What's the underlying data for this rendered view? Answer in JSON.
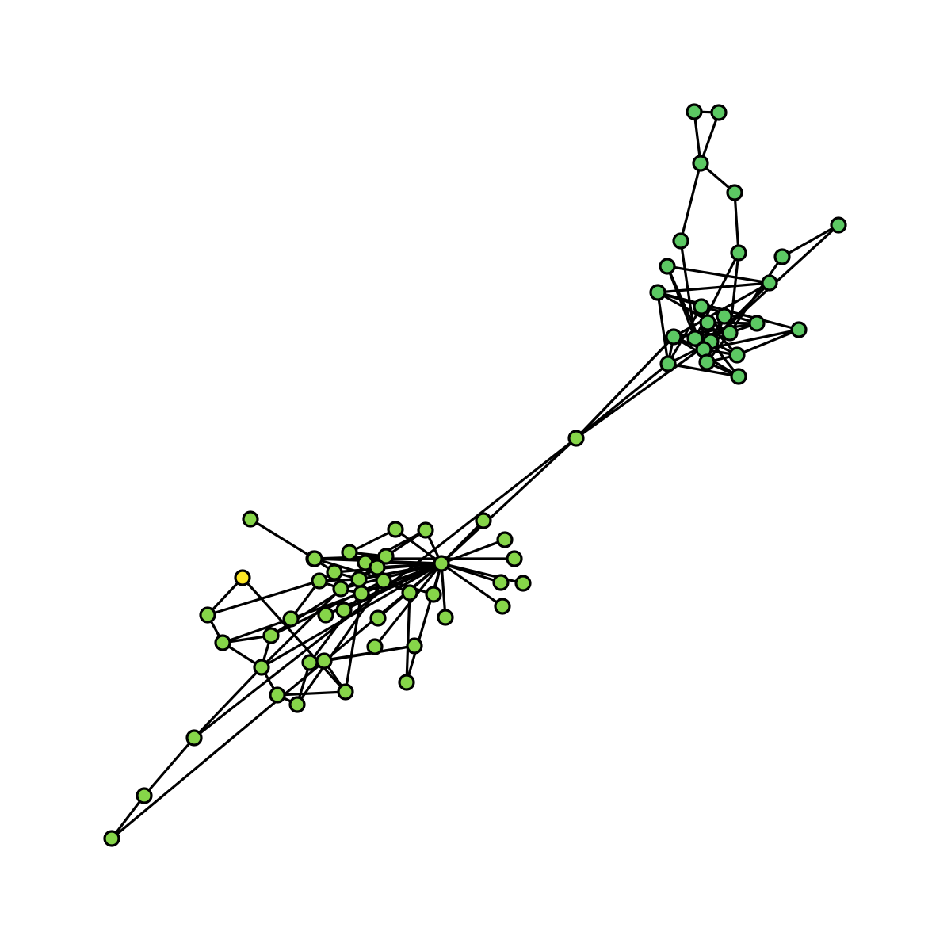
{
  "figure": {
    "kind": "network graph",
    "background": "#ffffff",
    "edge_color": "#000000",
    "node_outline_color": "#000000",
    "palette": {
      "c": "#5cc863",
      "l": "#86d549",
      "t": "#21918c",
      "y": "#fde725"
    }
  },
  "nodes": {
    "n0": "c",
    "n1": "c",
    "n2": "c",
    "n3": "c",
    "n4": "c",
    "n5": "c",
    "n6": "c",
    "n7": "c",
    "n8": "c",
    "n9": "c",
    "n10": "c",
    "n11": "c",
    "n12": "c",
    "n13": "c",
    "n14": "c",
    "n15": "c",
    "n16": "c",
    "n17": "c",
    "n18": "c",
    "n19": "c",
    "n20": "c",
    "n21": "c",
    "n22": "c",
    "n23": "c",
    "n24": "c",
    "n25": "l",
    "n26": "l",
    "n27": "l",
    "n28": "l",
    "n29": "l",
    "n30": "l",
    "n31": "l",
    "n32": "l",
    "n33": "l",
    "n34": "l",
    "n35": "t",
    "n36": "y",
    "n37": "l",
    "n38": "l",
    "n39": "l",
    "n40": "l",
    "n41": "l",
    "n42": "l",
    "n43": "l",
    "n44": "l",
    "n45": "l",
    "n46": "l",
    "n47": "l",
    "n48": "l",
    "n49": "l",
    "n50": "l",
    "n51": "l",
    "n52": "l",
    "n53": "l",
    "n54": "l",
    "n55": "l",
    "n56": "l",
    "n57": "l",
    "n58": "l",
    "n59": "l",
    "n60": "l",
    "n61": "l",
    "n62": "l",
    "n63": "l",
    "n64": "l",
    "n65": "l",
    "n66": "l",
    "n67": "l",
    "n68": "l",
    "n69": "l",
    "n70": "l"
  },
  "edges": [
    [
      "n0",
      "n1"
    ],
    [
      "n0",
      "n2"
    ],
    [
      "n1",
      "n2"
    ],
    [
      "n2",
      "n3"
    ],
    [
      "n2",
      "n4"
    ],
    [
      "n3",
      "n5"
    ],
    [
      "n4",
      "n17"
    ],
    [
      "n5",
      "n17"
    ],
    [
      "n5",
      "n18"
    ],
    [
      "n6",
      "n7"
    ],
    [
      "n6",
      "n19"
    ],
    [
      "n7",
      "n18"
    ],
    [
      "n8",
      "n17"
    ],
    [
      "n8",
      "n20"
    ],
    [
      "n8",
      "n9"
    ],
    [
      "n9",
      "n10"
    ],
    [
      "n9",
      "n19"
    ],
    [
      "n10",
      "n18"
    ],
    [
      "n10",
      "n22"
    ],
    [
      "n10",
      "n11"
    ],
    [
      "n11",
      "n20"
    ],
    [
      "n12",
      "n20"
    ],
    [
      "n12",
      "n19"
    ],
    [
      "n12",
      "n22"
    ],
    [
      "n13",
      "n20"
    ],
    [
      "n13",
      "n23"
    ],
    [
      "n14",
      "n15"
    ],
    [
      "n14",
      "n16"
    ],
    [
      "n14",
      "n18"
    ],
    [
      "n15",
      "n21"
    ],
    [
      "n15",
      "n20"
    ],
    [
      "n16",
      "n22"
    ],
    [
      "n16",
      "n18"
    ],
    [
      "n16",
      "n20"
    ],
    [
      "n16",
      "n24"
    ],
    [
      "n16",
      "n9"
    ],
    [
      "n17",
      "n20"
    ],
    [
      "n18",
      "n23"
    ],
    [
      "n18",
      "n19"
    ],
    [
      "n19",
      "n24"
    ],
    [
      "n20",
      "n21"
    ],
    [
      "n21",
      "n23"
    ],
    [
      "n22",
      "n24"
    ],
    [
      "n23",
      "n24"
    ],
    [
      "n22",
      "n18"
    ],
    [
      "n21",
      "n19"
    ],
    [
      "n10",
      "n14"
    ],
    [
      "n11",
      "n21"
    ],
    [
      "n25",
      "n19"
    ],
    [
      "n25",
      "n16"
    ],
    [
      "n25",
      "n26"
    ],
    [
      "n26",
      "n27"
    ],
    [
      "n27",
      "n28"
    ],
    [
      "n28",
      "n62"
    ],
    [
      "n29",
      "n55"
    ],
    [
      "n30",
      "n62"
    ],
    [
      "n30",
      "n38"
    ],
    [
      "n31",
      "n62"
    ],
    [
      "n31",
      "n40"
    ],
    [
      "n31",
      "n39"
    ],
    [
      "n32",
      "n62"
    ],
    [
      "n33",
      "n62"
    ],
    [
      "n34",
      "n35"
    ],
    [
      "n35",
      "n62"
    ],
    [
      "n35",
      "n39"
    ],
    [
      "n35",
      "n41"
    ],
    [
      "n36",
      "n37"
    ],
    [
      "n36",
      "n56"
    ],
    [
      "n37",
      "n42"
    ],
    [
      "n37",
      "n43"
    ],
    [
      "n38",
      "n45"
    ],
    [
      "n38",
      "n39"
    ],
    [
      "n39",
      "n40"
    ],
    [
      "n39",
      "n44"
    ],
    [
      "n40",
      "n62"
    ],
    [
      "n40",
      "n45"
    ],
    [
      "n41",
      "n42"
    ],
    [
      "n41",
      "n44"
    ],
    [
      "n41",
      "n62"
    ],
    [
      "n42",
      "n44"
    ],
    [
      "n42",
      "n46"
    ],
    [
      "n42",
      "n47"
    ],
    [
      "n43",
      "n48"
    ],
    [
      "n43",
      "n49"
    ],
    [
      "n44",
      "n62"
    ],
    [
      "n44",
      "n48"
    ],
    [
      "n45",
      "n62"
    ],
    [
      "n45",
      "n50"
    ],
    [
      "n46",
      "n62"
    ],
    [
      "n46",
      "n51"
    ],
    [
      "n46",
      "n49"
    ],
    [
      "n47",
      "n62"
    ],
    [
      "n48",
      "n49"
    ],
    [
      "n48",
      "n50"
    ],
    [
      "n49",
      "n52"
    ],
    [
      "n50",
      "n53"
    ],
    [
      "n50",
      "n54"
    ],
    [
      "n51",
      "n62"
    ],
    [
      "n51",
      "n56"
    ],
    [
      "n51",
      "n58"
    ],
    [
      "n52",
      "n53"
    ],
    [
      "n52",
      "n56"
    ],
    [
      "n53",
      "n58"
    ],
    [
      "n54",
      "n59"
    ],
    [
      "n55",
      "n57"
    ],
    [
      "n56",
      "n60"
    ],
    [
      "n57",
      "n62"
    ],
    [
      "n58",
      "n61"
    ],
    [
      "n59",
      "n62"
    ],
    [
      "n60",
      "n61"
    ],
    [
      "n62",
      "n63"
    ],
    [
      "n62",
      "n64"
    ],
    [
      "n62",
      "n65"
    ],
    [
      "n62",
      "n66"
    ],
    [
      "n62",
      "n67"
    ],
    [
      "n62",
      "n68"
    ],
    [
      "n62",
      "n69"
    ],
    [
      "n62",
      "n70"
    ],
    [
      "n43",
      "n47"
    ],
    [
      "n44",
      "n45"
    ]
  ]
}
